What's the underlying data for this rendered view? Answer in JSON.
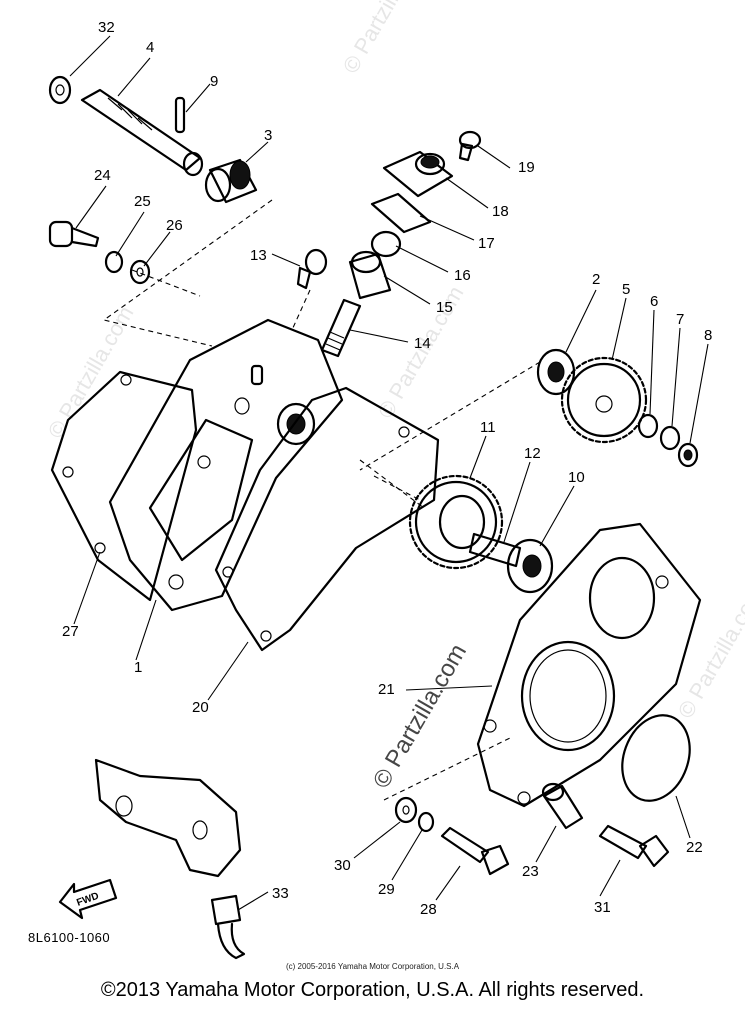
{
  "callouts": [
    {
      "id": "c32",
      "text": "32"
    },
    {
      "id": "c4",
      "text": "4"
    },
    {
      "id": "c9",
      "text": "9"
    },
    {
      "id": "c3",
      "text": "3"
    },
    {
      "id": "c19",
      "text": "19"
    },
    {
      "id": "c18",
      "text": "18"
    },
    {
      "id": "c17",
      "text": "17"
    },
    {
      "id": "c16",
      "text": "16"
    },
    {
      "id": "c15",
      "text": "15"
    },
    {
      "id": "c14",
      "text": "14"
    },
    {
      "id": "c13",
      "text": "13"
    },
    {
      "id": "c24",
      "text": "24"
    },
    {
      "id": "c25",
      "text": "25"
    },
    {
      "id": "c26",
      "text": "26"
    },
    {
      "id": "c2",
      "text": "2"
    },
    {
      "id": "c5",
      "text": "5"
    },
    {
      "id": "c6",
      "text": "6"
    },
    {
      "id": "c7",
      "text": "7"
    },
    {
      "id": "c8",
      "text": "8"
    },
    {
      "id": "c11",
      "text": "11"
    },
    {
      "id": "c12",
      "text": "12"
    },
    {
      "id": "c10",
      "text": "10"
    },
    {
      "id": "c27",
      "text": "27"
    },
    {
      "id": "c1",
      "text": "1"
    },
    {
      "id": "c20",
      "text": "20"
    },
    {
      "id": "c21",
      "text": "21"
    },
    {
      "id": "c22",
      "text": "22"
    },
    {
      "id": "c23",
      "text": "23"
    },
    {
      "id": "c30",
      "text": "30"
    },
    {
      "id": "c29",
      "text": "29"
    },
    {
      "id": "c28",
      "text": "28"
    },
    {
      "id": "c31",
      "text": "31"
    },
    {
      "id": "c33",
      "text": "33"
    }
  ],
  "fwd_label": "FWD",
  "diagram_code": "8L6100-1060",
  "small_copyright": "(c) 2005-2016 Yamaha Motor Corporation, U.S.A",
  "copyright": "©2013 Yamaha Motor Corporation, U.S.A. All rights reserved.",
  "watermark": "© Partzilla.com"
}
